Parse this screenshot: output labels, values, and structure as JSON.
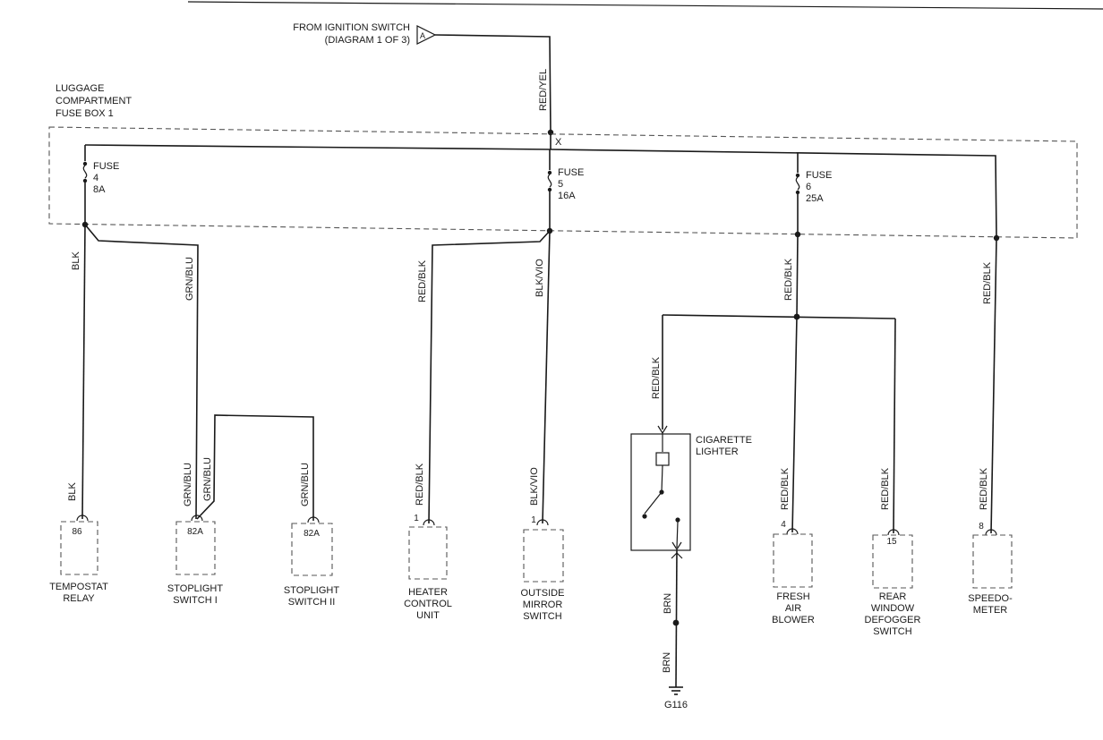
{
  "source": {
    "line1": "FROM IGNITION SWITCH",
    "line2": "(DIAGRAM 1 OF 3)",
    "connector": "A",
    "wire": "RED/YEL"
  },
  "fusebox": {
    "line1": "LUGGAGE",
    "line2": "COMPARTMENT",
    "line3": "FUSE BOX 1",
    "splice": "X"
  },
  "fuses": [
    {
      "label": "FUSE",
      "number": "4",
      "rating": "8A"
    },
    {
      "label": "FUSE",
      "number": "5",
      "rating": "16A"
    },
    {
      "label": "FUSE",
      "number": "6",
      "rating": "25A"
    }
  ],
  "wires": {
    "blk": "BLK",
    "grn_blu": "GRN/BLU",
    "red_blk": "RED/BLK",
    "blk_vio": "BLK/VIO",
    "brn": "BRN"
  },
  "lighter": {
    "line1": "CIGARETTE",
    "line2": "LIGHTER"
  },
  "ground": "G116",
  "components": [
    {
      "pin": "86",
      "lines": [
        "TEMPOSTAT",
        "RELAY"
      ]
    },
    {
      "pin": "82A",
      "lines": [
        "STOPLIGHT",
        "SWITCH I"
      ]
    },
    {
      "pin": "82A",
      "lines": [
        "STOPLIGHT",
        "SWITCH II"
      ]
    },
    {
      "pin": "1",
      "lines": [
        "HEATER",
        "CONTROL",
        "UNIT"
      ]
    },
    {
      "pin": "1",
      "lines": [
        "OUTSIDE",
        "MIRROR",
        "SWITCH"
      ]
    },
    {
      "pin": "4",
      "lines": [
        "FRESH",
        "AIR",
        "BLOWER"
      ]
    },
    {
      "pin": "15",
      "lines": [
        "REAR",
        "WINDOW",
        "DEFOGGER",
        "SWITCH"
      ]
    },
    {
      "pin": "8",
      "lines": [
        "SPEEDO-",
        "METER"
      ]
    }
  ]
}
